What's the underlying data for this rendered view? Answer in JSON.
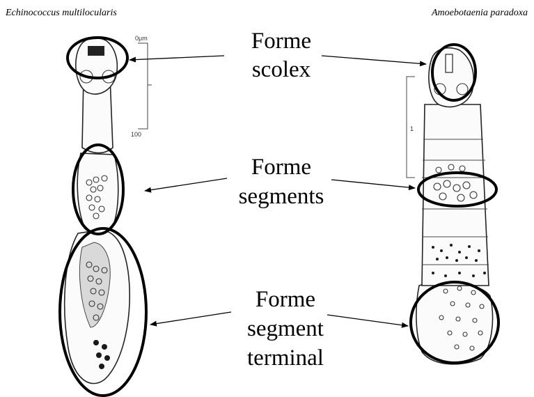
{
  "species": {
    "left": "Echinococcus multilocularis",
    "right": "Amoebotaenia paradoxa"
  },
  "labels": {
    "scolex": [
      "Forme",
      "scolex"
    ],
    "segments": [
      "Forme",
      "segments"
    ],
    "terminal": [
      "Forme",
      "segment",
      "terminal"
    ]
  },
  "scale_left": {
    "top": "0μm",
    "bottom": "100"
  },
  "scale_right": {
    "mark": "1"
  }
}
